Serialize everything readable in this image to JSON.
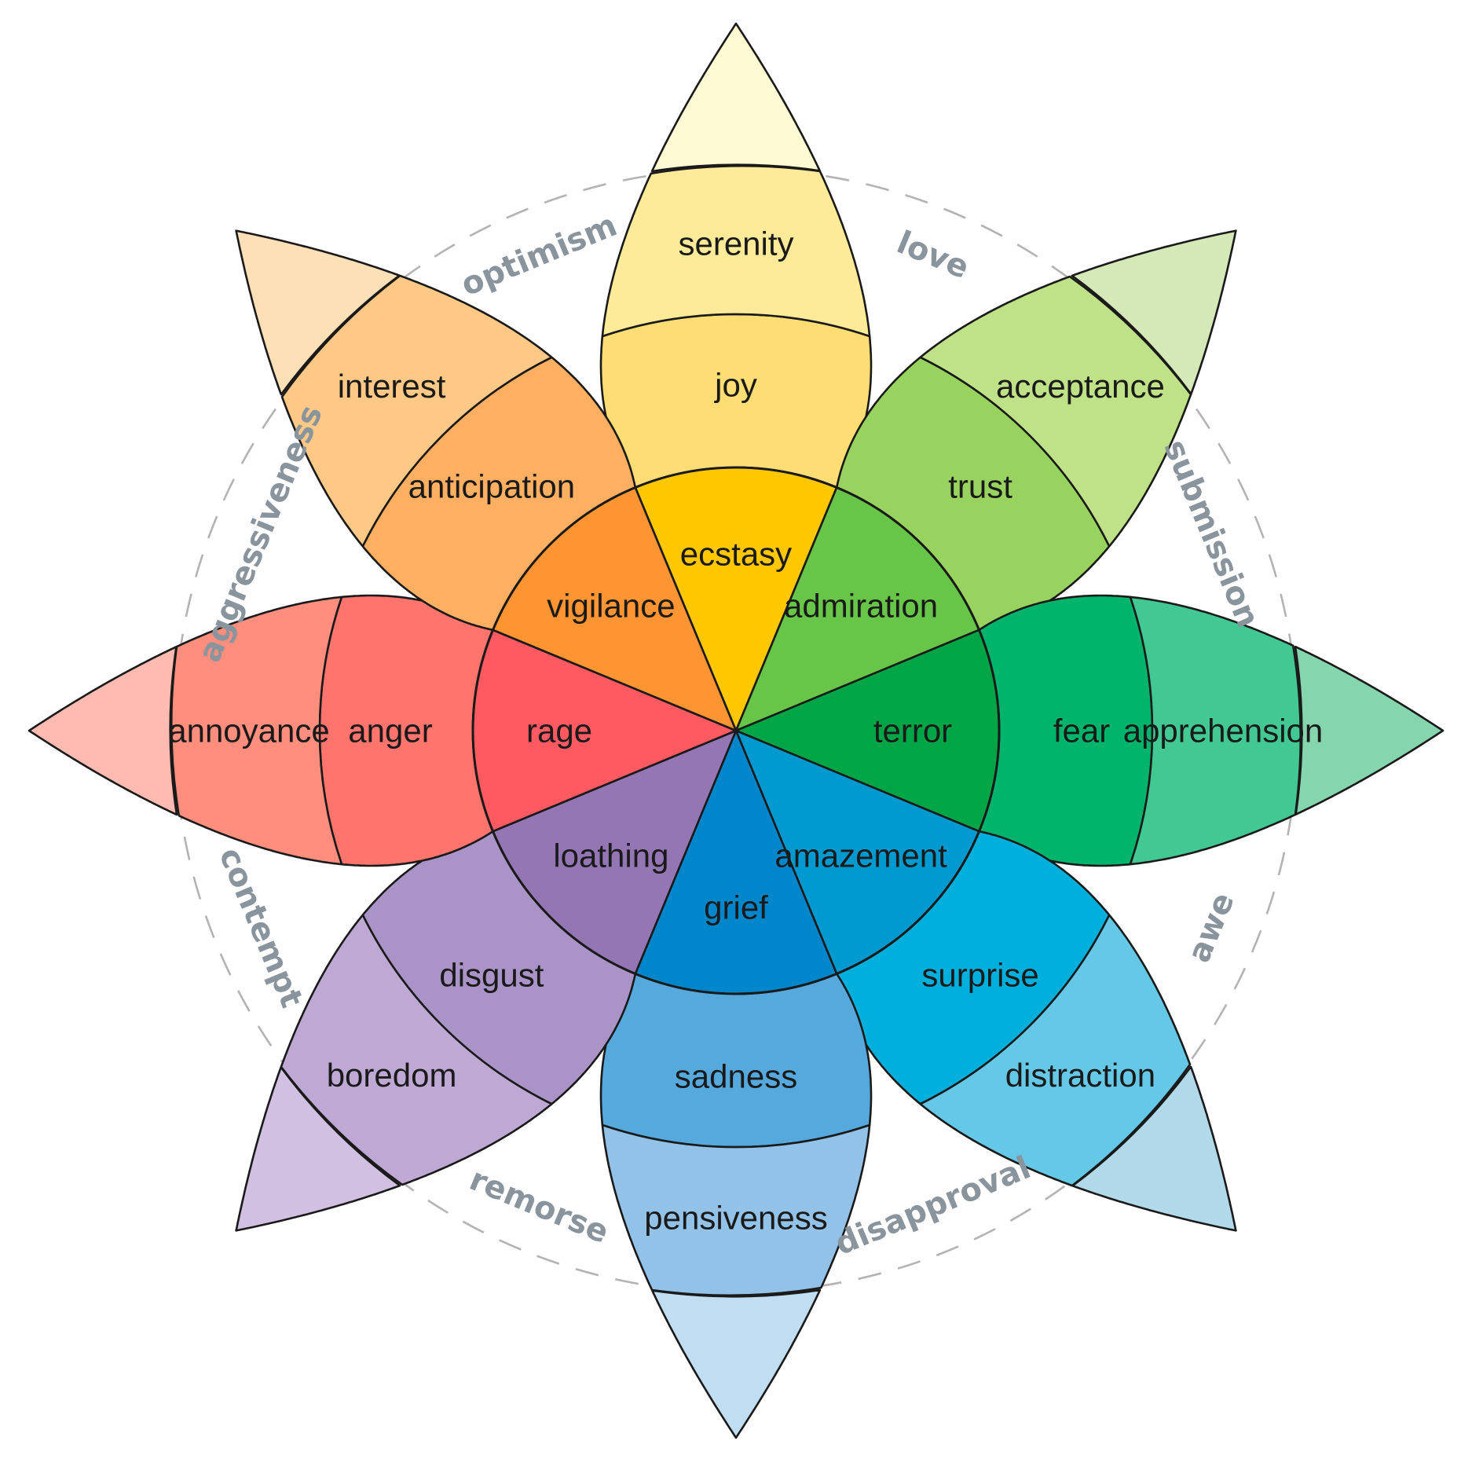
{
  "petals": [
    {
      "name": "joy",
      "colors": [
        "#fec700",
        "#fddd74",
        "#feeb99",
        "#fefad4"
      ],
      "labels": [
        "ecstasy",
        "joy",
        "serenity",
        ""
      ]
    },
    {
      "name": "trust",
      "colors": [
        "#67c547",
        "#99d35f",
        "#bfe187",
        "#d4e9b7"
      ],
      "labels": [
        "admiration",
        "trust",
        "acceptance",
        ""
      ]
    },
    {
      "name": "fear",
      "colors": [
        "#00a545",
        "#00b56b",
        "#42c893",
        "#85d5ae"
      ],
      "labels": [
        "terror",
        "fear",
        "apprehension",
        ""
      ]
    },
    {
      "name": "surprise",
      "colors": [
        "#0099d0",
        "#00afdb",
        "#65c8e7",
        "#b2d9e9"
      ],
      "labels": [
        "amazement",
        "surprise",
        "distraction",
        ""
      ]
    },
    {
      "name": "sadness",
      "colors": [
        "#0086cb",
        "#55a9dd",
        "#92c2e7",
        "#c0ddf1"
      ],
      "labels": [
        "grief",
        "sadness",
        "pensiveness",
        ""
      ]
    },
    {
      "name": "disgust",
      "colors": [
        "#9476b4",
        "#a993c7",
        "#bea9d5",
        "#d1c0e2"
      ],
      "labels": [
        "loathing",
        "disgust",
        "boredom",
        ""
      ]
    },
    {
      "name": "anger",
      "colors": [
        "#ff5962",
        "#ff746d",
        "#ff8e7f",
        "#ffbab1"
      ],
      "labels": [
        "rage",
        "anger",
        "annoyance",
        ""
      ]
    },
    {
      "name": "anticipation",
      "colors": [
        "#ff9432",
        "#feaf62",
        "#fec886",
        "#fee0b8"
      ],
      "labels": [
        "vigilance",
        "anticipation",
        "interest",
        ""
      ]
    }
  ],
  "dyads": [
    "love",
    "submission",
    "awe",
    "disapproval",
    "remorse",
    "contempt",
    "aggressiveness",
    "optimism"
  ]
}
